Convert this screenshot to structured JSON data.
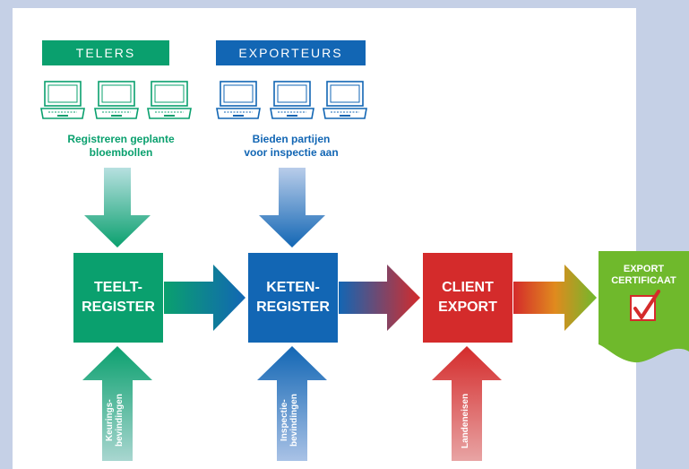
{
  "groups": {
    "telers": {
      "label": "TELERS",
      "caption_line1": "Registreren geplante",
      "caption_line2": "bloembollen",
      "color": "#0aa06e"
    },
    "exporteurs": {
      "label": "EXPORTEURS",
      "caption_line1": "Bieden partijen",
      "caption_line2": "voor inspectie aan",
      "color": "#1266b4"
    }
  },
  "boxes": {
    "teelt": {
      "line1": "TEELT-",
      "line2": "REGISTER",
      "color": "#0aa06e"
    },
    "keten": {
      "line1": "KETEN-",
      "line2": "REGISTER",
      "color": "#1266b4"
    },
    "client": {
      "line1": "CLIENT",
      "line2": "EXPORT",
      "color": "#d42b2b"
    }
  },
  "inputs": {
    "keurings": {
      "line1": "Keurings-",
      "line2": "bevindingen"
    },
    "inspectie": {
      "line1": "Inspectie-",
      "line2": "bevindingen"
    },
    "landen": {
      "line1": "Landeneisen"
    }
  },
  "certificate": {
    "line1": "EXPORT",
    "line2": "CERTIFICAAT",
    "color": "#6fb92c",
    "check_color": "#d42b2b"
  },
  "icons": [
    "laptop-icon",
    "checkbox-check-icon"
  ]
}
